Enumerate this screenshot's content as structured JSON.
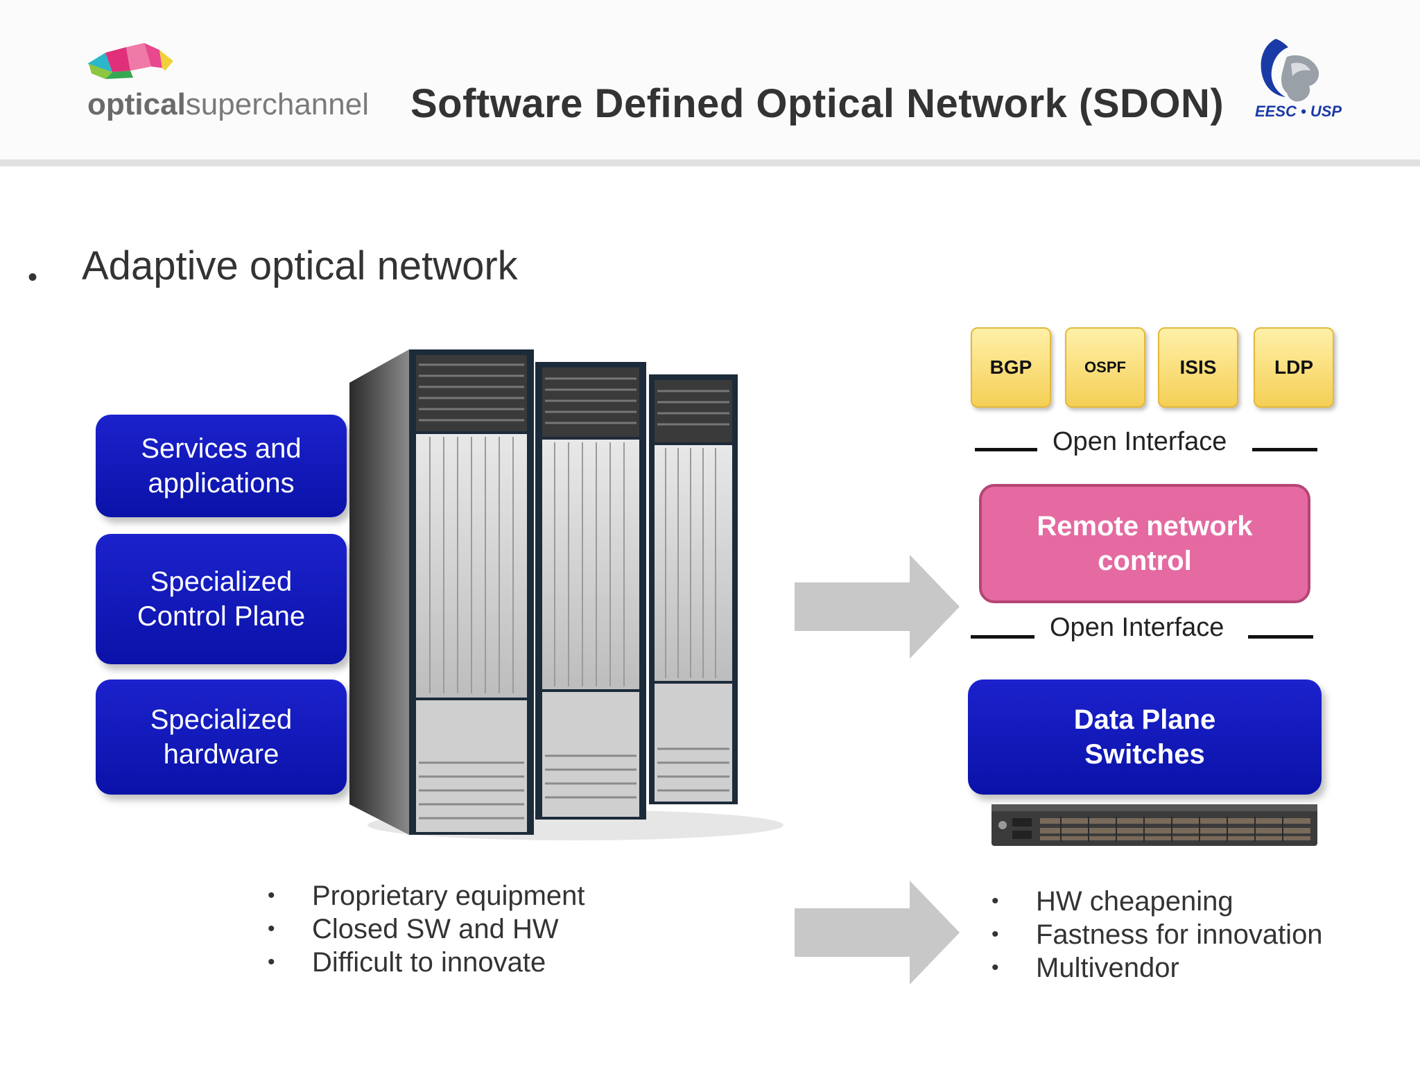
{
  "header": {
    "logo": {
      "bold": "optical",
      "light": "superchannel"
    },
    "title": "Software Defined Optical Network (SDON)",
    "institution_logo": "EESC • USP"
  },
  "slide": {
    "main_bullet": "Adaptive optical network",
    "left_stack": [
      {
        "line1": "Services and",
        "line2": "applications"
      },
      {
        "line1": "Specialized",
        "line2": "Control Plane"
      },
      {
        "line1": "Specialized",
        "line2": "hardware"
      }
    ],
    "protocols": [
      "BGP",
      "OSPF",
      "ISIS",
      "LDP"
    ],
    "open_interface_top": "Open Interface",
    "remote_control": {
      "line1": "Remote network",
      "line2": "control"
    },
    "open_interface_bottom": "Open Interface",
    "data_plane": {
      "line1": "Data Plane",
      "line2": "Switches"
    },
    "left_list": [
      "Proprietary equipment",
      "Closed SW and HW",
      "Difficult to innovate"
    ],
    "right_list": [
      "HW cheapening",
      "Fastness for innovation",
      "Multivendor"
    ]
  },
  "colors": {
    "blue_box": "#0a12a8",
    "pink_box": "#e46aa1",
    "yellow_box": "#f5cf56",
    "arrow": "#c8c8c8"
  }
}
